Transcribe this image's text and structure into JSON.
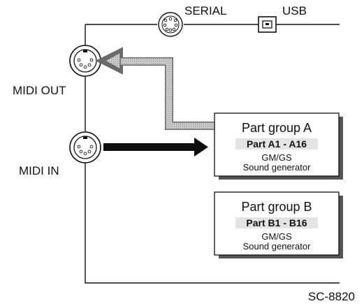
{
  "ports": {
    "serial_label": "SERIAL",
    "usb_label": "USB",
    "midi_out_label": "MIDI OUT",
    "midi_in_label": "MIDI IN"
  },
  "groups": [
    {
      "title": "Part group A",
      "parts": "Part A1 - A16",
      "type": "GM/GS",
      "desc": "Sound generator"
    },
    {
      "title": "Part group B",
      "parts": "Part B1 - B16",
      "type": "GM/GS",
      "desc": "Sound generator"
    }
  ],
  "model": "SC-8820",
  "colors": {
    "line": "#111111",
    "signal_out": "#9a9a9a",
    "signal_in": "#0d0d0d",
    "shadow": "#555555"
  }
}
